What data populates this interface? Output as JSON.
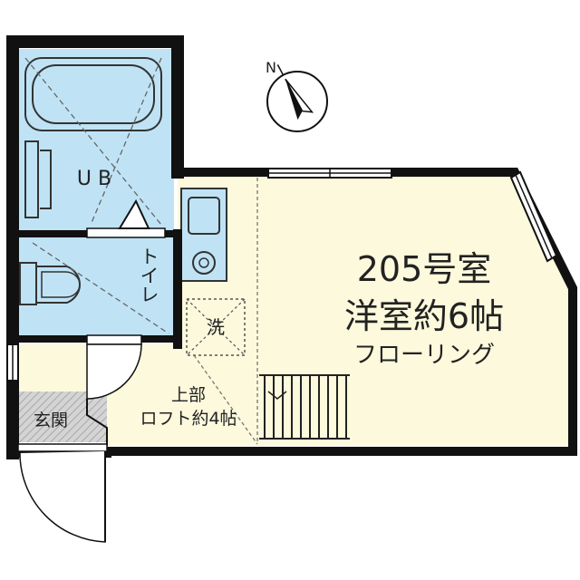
{
  "room": {
    "number": "205号室",
    "type": "洋室約6帖",
    "floor": "フローリング"
  },
  "labels": {
    "bath": "U B",
    "toilet": "トイレ",
    "washer": "洗",
    "entrance": "玄関",
    "loft_line1": "上部",
    "loft_line2": "ロフト約4帖"
  },
  "compass": {
    "north": "N"
  },
  "colors": {
    "wall": "#111111",
    "wet_area": "#bfe3f5",
    "living": "#fcf9dc",
    "entrance": "#c8c8c8"
  }
}
